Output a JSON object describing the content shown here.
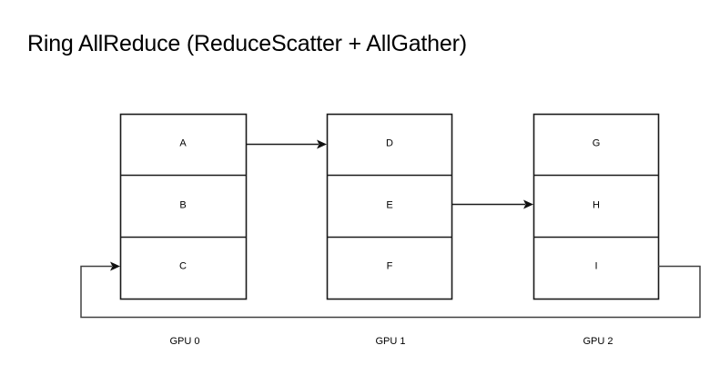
{
  "title": "Ring AllReduce (ReduceScatter + AllGather)",
  "colors": {
    "background": "#ffffff",
    "stroke": "#1a1a1a",
    "ring_stroke": "#404040",
    "text": "#000000"
  },
  "gpus": [
    {
      "caption": "GPU 0",
      "chunks": [
        {
          "label": "A"
        },
        {
          "label": "B"
        },
        {
          "label": "C"
        }
      ]
    },
    {
      "caption": "GPU 1",
      "chunks": [
        {
          "label": "D"
        },
        {
          "label": "E"
        },
        {
          "label": "F"
        }
      ]
    },
    {
      "caption": "GPU 2",
      "chunks": [
        {
          "label": "G"
        },
        {
          "label": "H"
        },
        {
          "label": "I"
        }
      ]
    }
  ],
  "transfers": [
    {
      "name": "gpu0-a-to-gpu1-d",
      "from": "A",
      "to": "D"
    },
    {
      "name": "gpu1-e-to-gpu2-h",
      "from": "E",
      "to": "H"
    },
    {
      "name": "gpu2-i-to-gpu0-c",
      "from": "I",
      "to": "C"
    }
  ]
}
